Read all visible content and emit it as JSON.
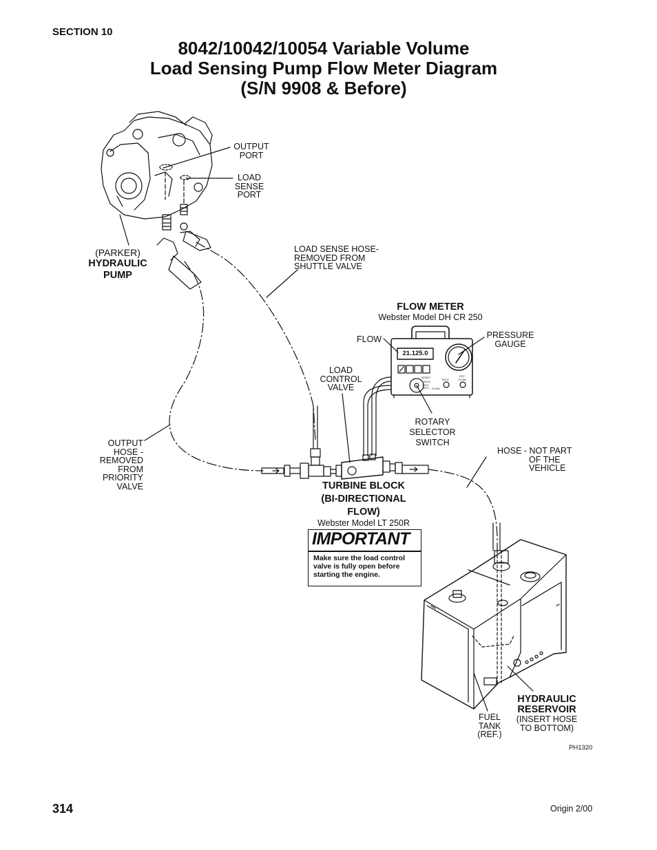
{
  "header": {
    "section": "SECTION 10",
    "title_lines": [
      "8042/10042/10054 Variable Volume",
      "Load Sensing Pump Flow Meter Diagram",
      "(S/N 9908 & Before)"
    ]
  },
  "labels": {
    "output_port": [
      "OUTPUT",
      "PORT"
    ],
    "load_sense_port": [
      "LOAD",
      "SENSE",
      "PORT"
    ],
    "pump_parker": "(PARKER)",
    "pump_name": [
      "HYDRAULIC",
      "PUMP"
    ],
    "load_sense_hose": [
      "LOAD SENSE HOSE-",
      "REMOVED FROM",
      "SHUTTLE VALVE"
    ],
    "flow_meter_title": "FLOW METER",
    "flow_meter_model": "Webster Model DH CR 250",
    "flow": "FLOW",
    "pressure_gauge": [
      "PRESSURE",
      "GAUGE"
    ],
    "load_control_valve": [
      "LOAD",
      "CONTROL",
      "VALVE"
    ],
    "rotary_selector": [
      "ROTARY",
      "SELECTOR",
      "SWITCH"
    ],
    "output_hose": [
      "OUTPUT",
      "HOSE -",
      "REMOVED",
      "FROM",
      "PRIORITY",
      "VALVE"
    ],
    "hose_not_part": [
      "HOSE - NOT PART",
      "OF THE",
      "VEHICLE"
    ],
    "turbine_block": [
      "TURBINE BLOCK",
      "(BI-DIRECTIONAL",
      "FLOW)"
    ],
    "turbine_model": "Webster Model LT 250R",
    "hydraulic_reservoir": [
      "HYDRAULIC",
      "RESERVOIR"
    ],
    "reservoir_note": [
      "(INSERT HOSE",
      "TO BOTTOM)"
    ],
    "fuel_tank": [
      "FUEL",
      "TANK",
      "(REF.)"
    ],
    "ref_code": "PH1320"
  },
  "meter_panel": {
    "display": "21.125.0",
    "reset": "RESET",
    "tach": "TACH",
    "switch_opts": [
      "TACH",
      "INT1",
      "INT2",
      "FLOW"
    ],
    "ext_flow": [
      "EXT",
      "FLOW"
    ]
  },
  "important": {
    "title": "IMPORTANT",
    "text": [
      "Make sure the load control",
      "valve is fully open before",
      "starting the engine."
    ]
  },
  "footer": {
    "page_number": "314",
    "origin": "Origin 2/00"
  }
}
